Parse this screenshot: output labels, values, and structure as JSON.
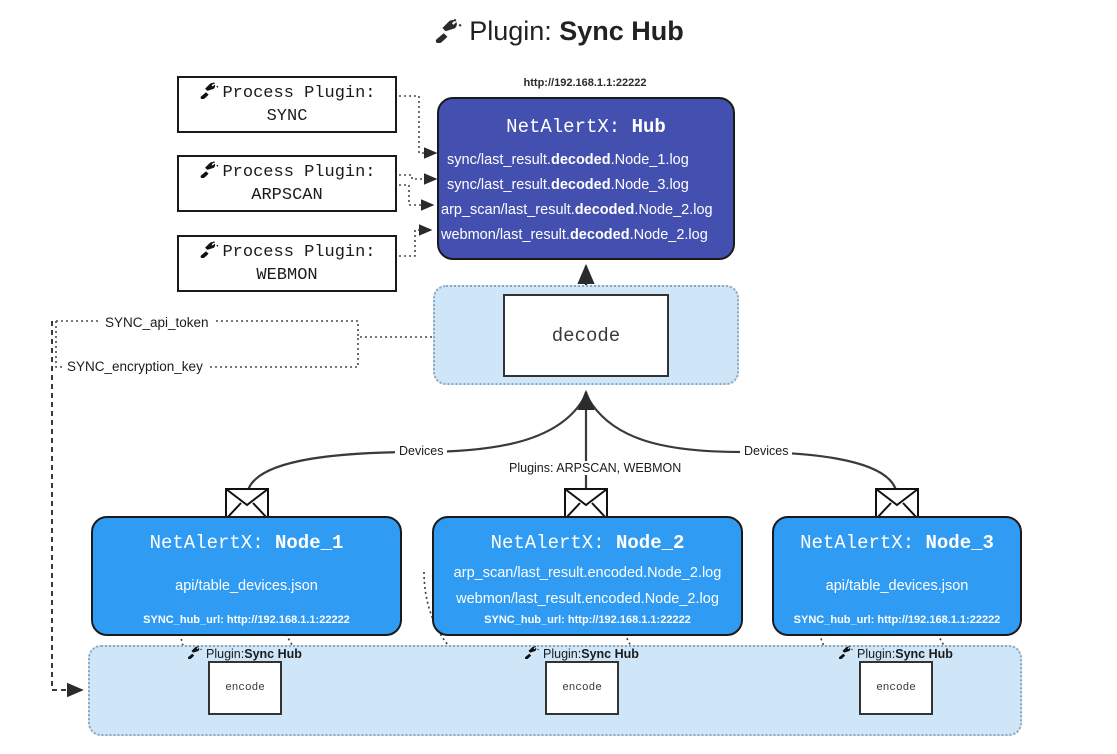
{
  "title": {
    "icon": "plug-icon",
    "prefix": "Plugin: ",
    "name": "Sync Hub"
  },
  "process_plugins": [
    {
      "icon": "plug-icon",
      "line1": "Process Plugin:",
      "line2": "SYNC"
    },
    {
      "icon": "plug-icon",
      "line1": "Process Plugin:",
      "line2": "ARPSCAN"
    },
    {
      "icon": "plug-icon",
      "line1": "Process Plugin:",
      "line2": "WEBMON"
    }
  ],
  "hub": {
    "url": "http://192.168.1.1:22222",
    "title_prefix": "NetAlertX: ",
    "title_name": "Hub",
    "logs": [
      {
        "pre": "sync/last_result.",
        "mid": "decoded",
        "post": ".Node_1.log"
      },
      {
        "pre": "sync/last_result.",
        "mid": "decoded",
        "post": ".Node_3.log"
      },
      {
        "pre": "arp_scan/last_result.",
        "mid": "decoded",
        "post": ".Node_2.log"
      },
      {
        "pre": "webmon/last_result.",
        "mid": "decoded",
        "post": ".Node_2.log"
      }
    ]
  },
  "decode": {
    "label": "decode"
  },
  "credentials": [
    {
      "label": "SYNC_api_token"
    },
    {
      "label": "SYNC_encryption_key"
    }
  ],
  "edge_labels": {
    "devices_left": "Devices",
    "devices_right": "Devices",
    "plugins_center": "Plugins: ARPSCAN, WEBMON"
  },
  "nodes": [
    {
      "title_prefix": "NetAlertX: ",
      "title_name": "Node_1",
      "lines": [
        "api/table_devices.json"
      ],
      "hub_url": "SYNC_hub_url: http://192.168.1.1:22222",
      "envelope_icon": "envelope-icon"
    },
    {
      "title_prefix": "NetAlertX: ",
      "title_name": "Node_2",
      "lines": [
        "arp_scan/last_result.encoded.Node_2.log",
        "webmon/last_result.encoded.Node_2.log"
      ],
      "hub_url": "SYNC_hub_url: http://192.168.1.1:22222",
      "envelope_icon": "envelope-icon"
    },
    {
      "title_prefix": "NetAlertX: ",
      "title_name": "Node_3",
      "lines": [
        "api/table_devices.json"
      ],
      "hub_url": "SYNC_hub_url: http://192.168.1.1:22222",
      "envelope_icon": "envelope-icon"
    }
  ],
  "encoders": [
    {
      "icon": "plug-icon",
      "label_prefix": "Plugin: ",
      "label_name": "Sync Hub",
      "box_label": "encode"
    },
    {
      "icon": "plug-icon",
      "label_prefix": "Plugin: ",
      "label_name": "Sync Hub",
      "box_label": "encode"
    },
    {
      "icon": "plug-icon",
      "label_prefix": "Plugin: ",
      "label_name": "Sync Hub",
      "box_label": "encode"
    }
  ],
  "colors": {
    "hub_fill": "#4450b0",
    "node_fill": "#2f9bf2",
    "container_fill": "#cfe6f9",
    "container_border": "#8fa7bb",
    "stroke": "#1a1a1a",
    "background": "#ffffff"
  }
}
